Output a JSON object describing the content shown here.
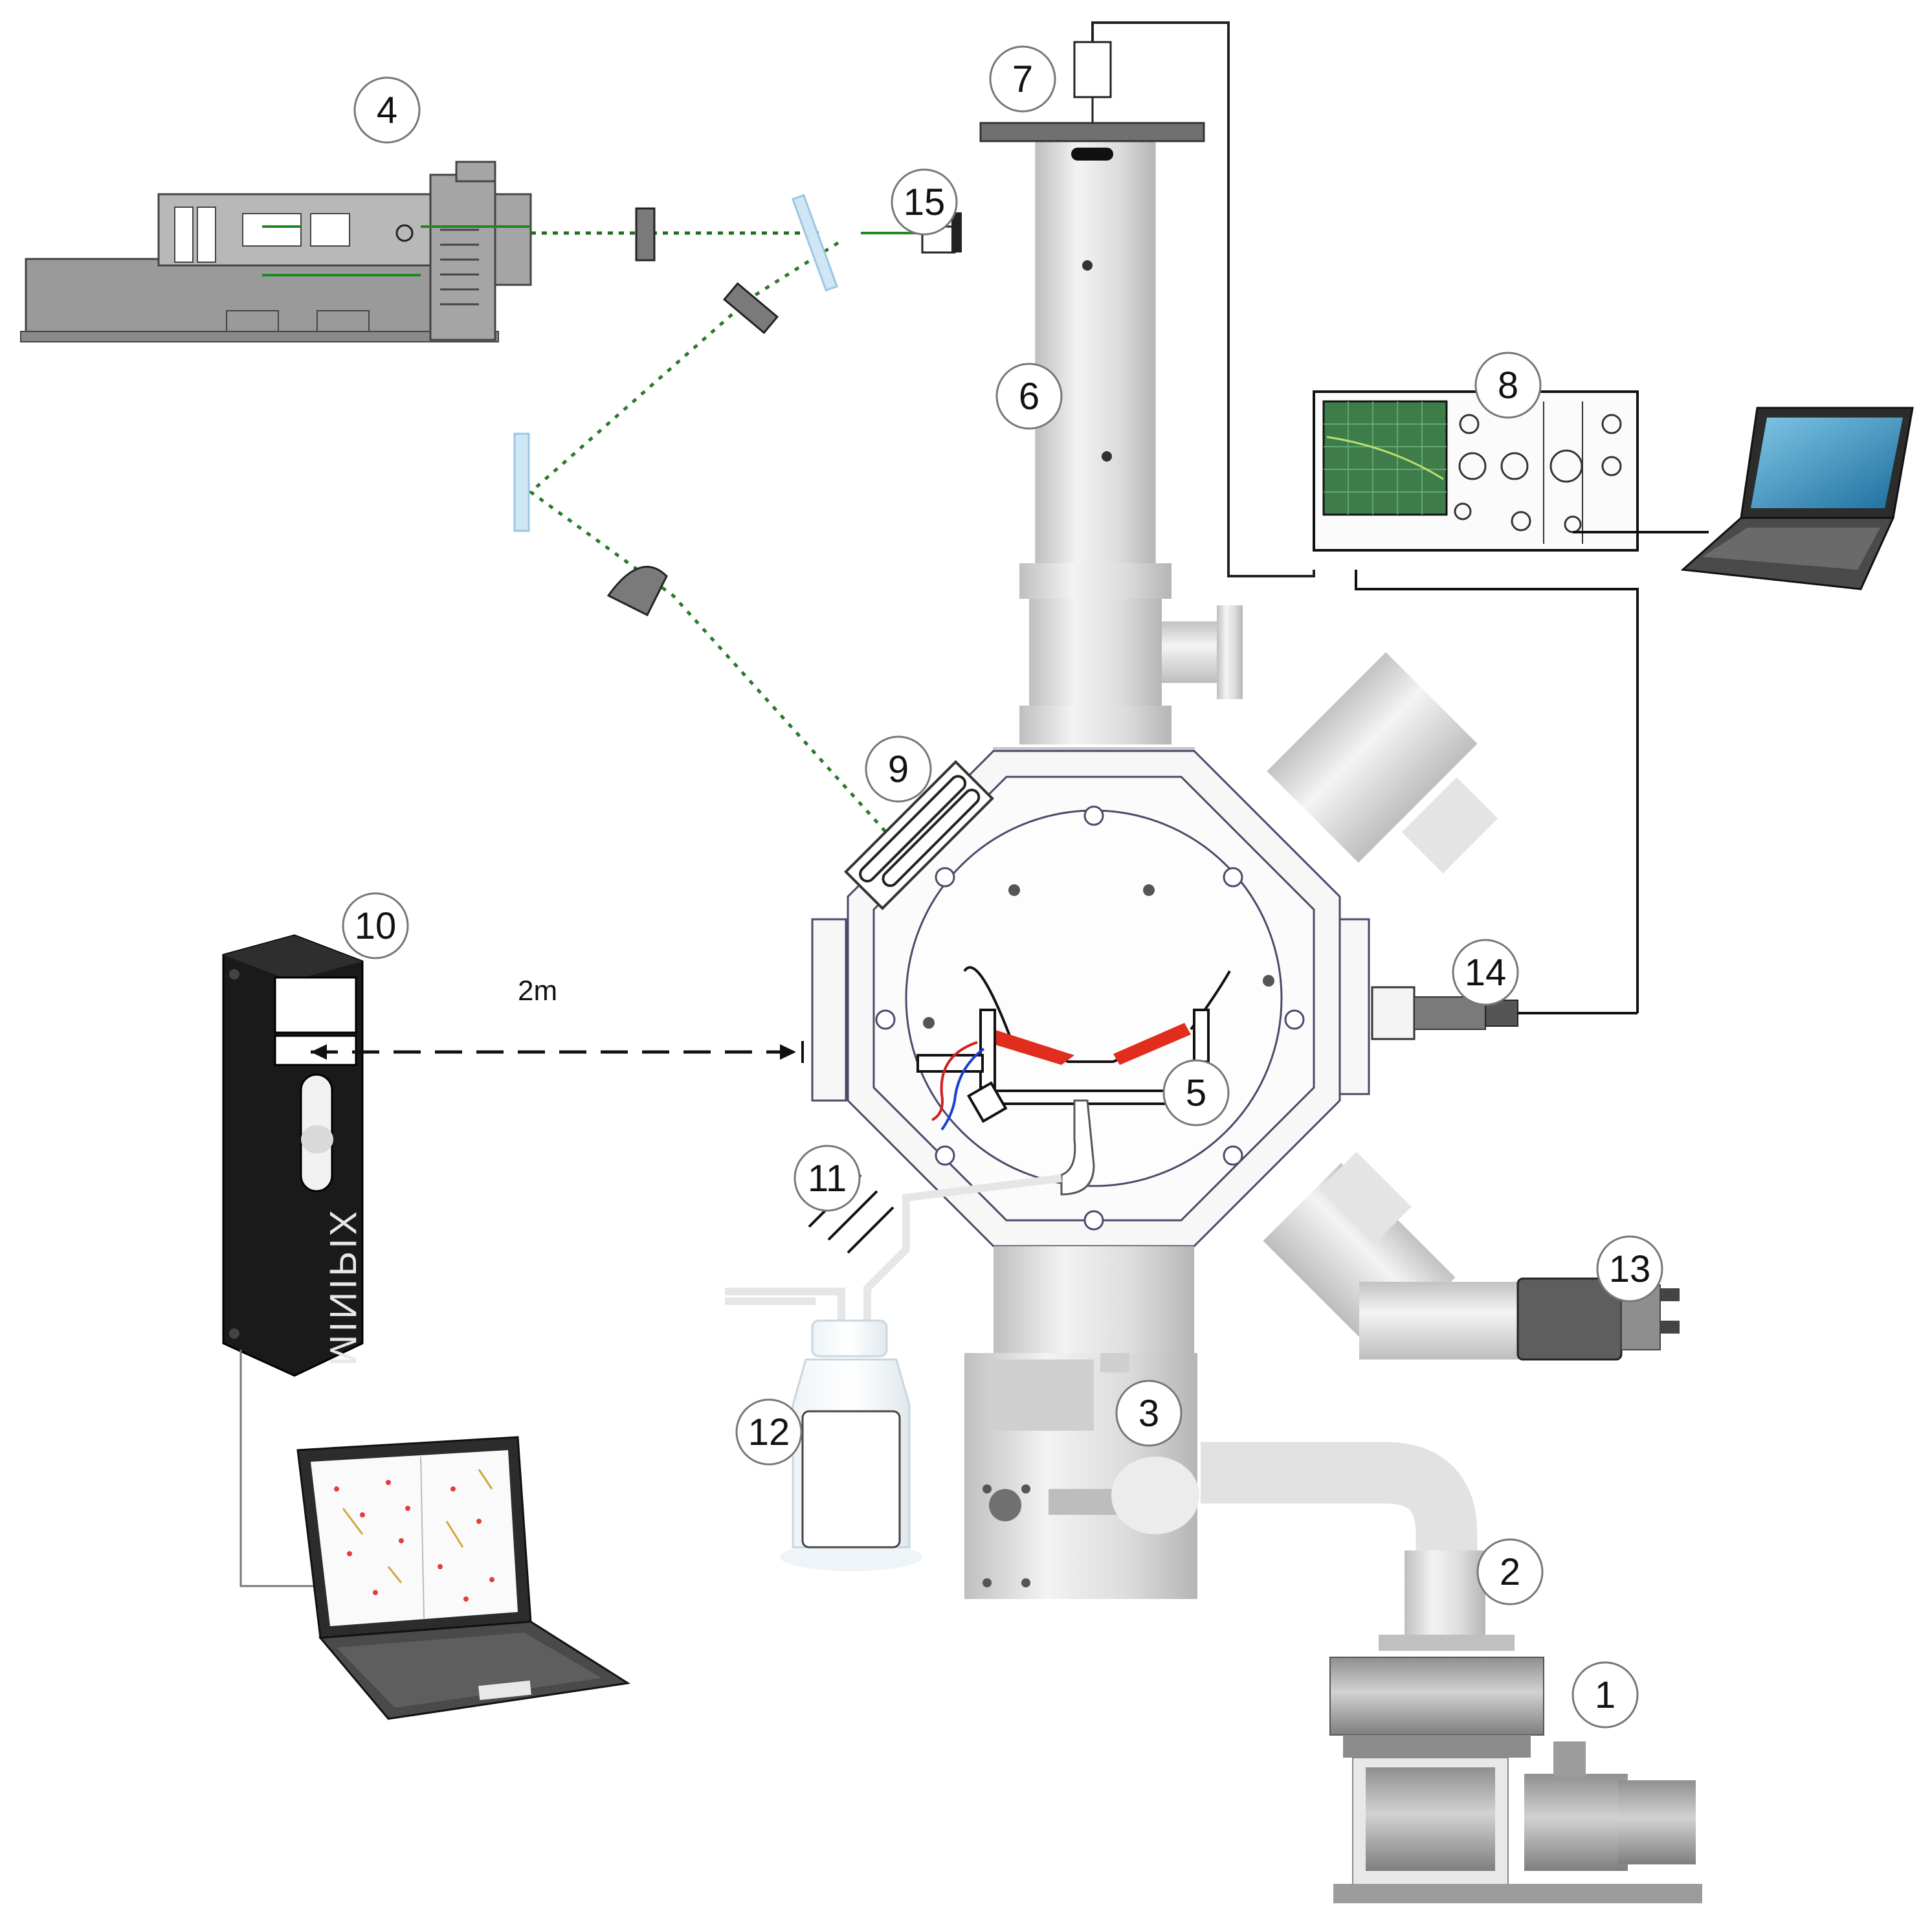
{
  "figure": {
    "labels": [
      "1",
      "2",
      "3",
      "4",
      "5",
      "6",
      "7",
      "8",
      "9",
      "10",
      "11",
      "12",
      "13",
      "14",
      "15"
    ],
    "distance_label": "2m",
    "detector_brand": "MINIPIX"
  },
  "colors": {
    "laser": "#1e8a1e",
    "laser_dotted": "#2a7a2a",
    "sample_heater": "#e02d1e",
    "wire_red": "#d22020",
    "wire_blue": "#1a3fd0",
    "vacuum_metal": "#d8d8d8",
    "pump_metal": "#a9a9a9",
    "detector_body": "#1a1a1a",
    "laptop_screen": "#2c8bbf",
    "scope_screen": "#2e8b57"
  }
}
